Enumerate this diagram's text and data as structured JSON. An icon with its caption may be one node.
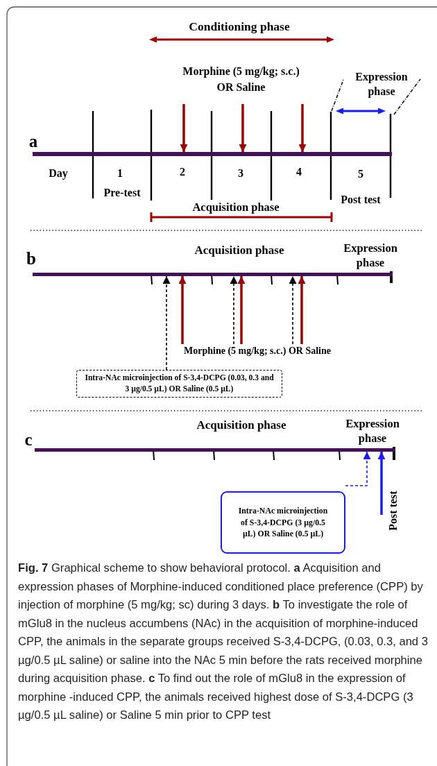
{
  "diagram": {
    "caption": "**Fig. 7** Graphical scheme to show behavioral protocol. **a** Acquisition and expression phases of Morphine-induced conditioned place preference (CPP) by injection of morphine (5 mg/kg; sc) during 3 days. **b** To investigate the role of mGlu8 in the nucleus accumbens (NAc) in the acquisition of morphine-induced CPP, the animals in the separate groups received S-3,4-DCPG, (0.03, 0.3, and 3 µg/0.5 µL saline) or saline into the NAc 5 min before the rats received morphine during acquisition phase. **c** To find out the role of mGlu8 in the expression of morphine -induced CPP, the animals received highest dose of S-3,4-DCPG (3 µg/0.5 µL saline) or Saline 5 min prior to CPP test",
    "nodes": [
      {
        "text": [
          "Morphine (5 mg/kg; s.c.) OR Saline"
        ]
      },
      {
        "text": [],
        "shape": "bar"
      },
      {
        "text": [],
        "shape": "bar"
      },
      {
        "text": [
          "Morphine (5 mg/kg; s.c.) OR Saline"
        ]
      },
      {
        "text": [
          "Intra-NAc microinjection of S-3,4-DCPG (0.03, 0.3 and 3 µg/0.5 µL) OR Saline (0.5 µL)"
        ]
      },
      {
        "text": [],
        "shape": "bar"
      },
      {
        "text": [
          "Intra-NAc microinjection of S-3,4-DCPG (3 µg/0.5 µL) OR Saline (0.5 µL)"
        ]
      }
    ],
    "edges": [
      {
        "from": 0,
        "to": 1,
        "arrow": "to",
        "color": "#a00000"
      },
      {
        "from": 0,
        "to": 1,
        "arrow": "to",
        "color": "#a00000"
      },
      {
        "from": 0,
        "to": 1,
        "arrow": "to",
        "color": "#a00000"
      },
      {
        "from": 3,
        "to": 2,
        "arrow": "to",
        "color": "#a00000"
      },
      {
        "from": 3,
        "to": 2,
        "arrow": "to",
        "color": "#a00000"
      },
      {
        "from": 3,
        "to": 2,
        "arrow": "to",
        "color": "#a00000"
      },
      {
        "from": 4,
        "to": 2,
        "arrow": "to",
        "style": "dashed",
        "color": "#000000"
      },
      {
        "from": 3,
        "to": 2,
        "arrow": "to",
        "style": "dashed",
        "color": "#000000"
      },
      {
        "from": 3,
        "to": 2,
        "arrow": "to",
        "style": "dashed",
        "color": "#000000"
      },
      {
        "from": 6,
        "to": 5,
        "arrow": "to",
        "style": "dashed",
        "color": "#1a1aff"
      },
      {
        "from": null,
        "to": 5,
        "arrow": "to",
        "color": "#1a1aff"
      }
    ],
    "labels": [
      "Conditioning phase",
      "Expression phase",
      "a",
      "Day",
      "1",
      "Pre-test",
      "2",
      "3",
      "4",
      "5",
      "Post test",
      "Acquisition phase",
      "b",
      "Acquisition phase",
      "Expression phase",
      "c",
      "Acquisition phase",
      "Expression phase",
      "Post test"
    ]
  }
}
